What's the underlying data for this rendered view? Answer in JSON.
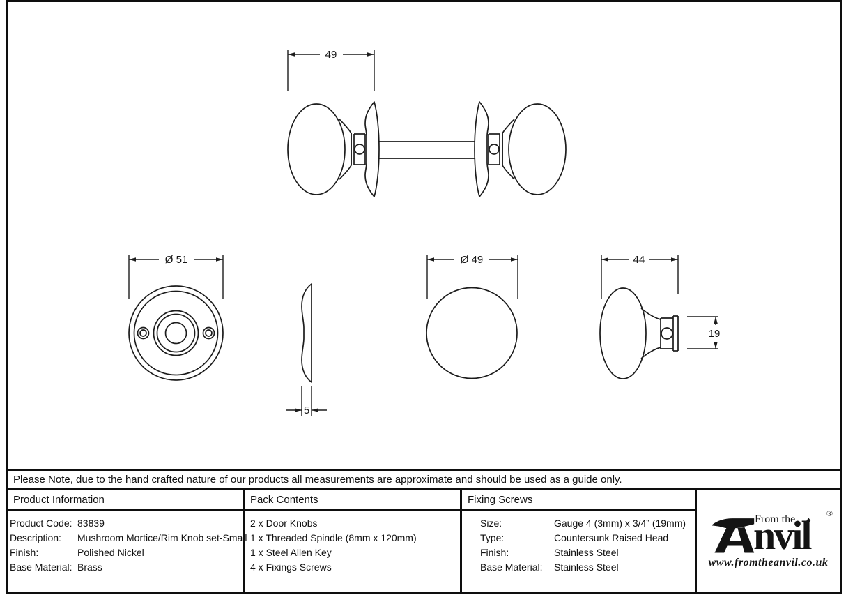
{
  "doc": {
    "note": "Please Note, due to the hand crafted nature of our products all measurements are approximate and should be used as a guide only."
  },
  "drawing": {
    "dim_knob_set_width": "49",
    "dim_rose_diameter": "Ø 51",
    "dim_rose_thickness": "5",
    "dim_knob_diameter": "Ø 49",
    "dim_knob_projection": "44",
    "dim_neck_height": "19"
  },
  "product_information": {
    "header": "Product Information",
    "rows": [
      {
        "label": "Product Code:",
        "value": "83839"
      },
      {
        "label": "Description:",
        "value": "Mushroom Mortice/Rim Knob set-Small"
      },
      {
        "label": "Finish:",
        "value": "Polished Nickel"
      },
      {
        "label": "Base Material:",
        "value": "Brass"
      }
    ]
  },
  "pack_contents": {
    "header": "Pack Contents",
    "items": [
      "2 x Door Knobs",
      "1 x Threaded Spindle (8mm x 120mm)",
      "1 x Steel Allen Key",
      "4 x Fixings Screws"
    ]
  },
  "fixing_screws": {
    "header": "Fixing Screws",
    "rows": [
      {
        "label": "Size:",
        "value": "Gauge 4 (3mm) x 3/4” (19mm)"
      },
      {
        "label": "Type:",
        "value": "Countersunk Raised Head"
      },
      {
        "label": "Finish:",
        "value": "Stainless Steel"
      },
      {
        "label": "Base Material:",
        "value": "Stainless Steel"
      }
    ]
  },
  "logo": {
    "from_the": "From the",
    "diamond": "♦",
    "name_rest": "nvil",
    "registered": "®",
    "url": "www.fromtheanvil.co.uk"
  }
}
